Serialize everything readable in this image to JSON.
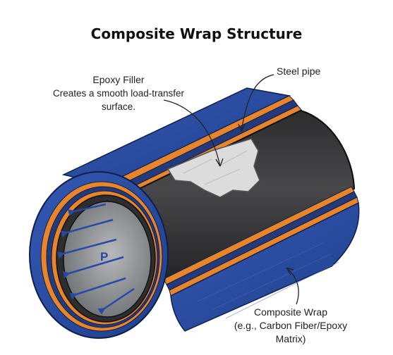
{
  "title": "Composite Wrap Structure",
  "labels": {
    "epoxy_filler": {
      "heading": "Epoxy Filler",
      "description": "Creates a smooth load-transfer surface."
    },
    "steel_pipe": "Steel pipe",
    "composite_wrap": {
      "line1": "Composite Wrap",
      "line2": "(e.g., Carbon Fiber/Epoxy",
      "line3": "Matrix)"
    },
    "pressure_symbol": "P"
  },
  "colors": {
    "composite_blue": "#2b4fa3",
    "composite_blue_dark": "#1d3a80",
    "orange_layer": "#e8852b",
    "steel_gray": "#3a3a3c",
    "steel_inner": "#8a8d90",
    "filler_gray": "#d9d9d9",
    "arrow_blue": "#2748a8"
  }
}
